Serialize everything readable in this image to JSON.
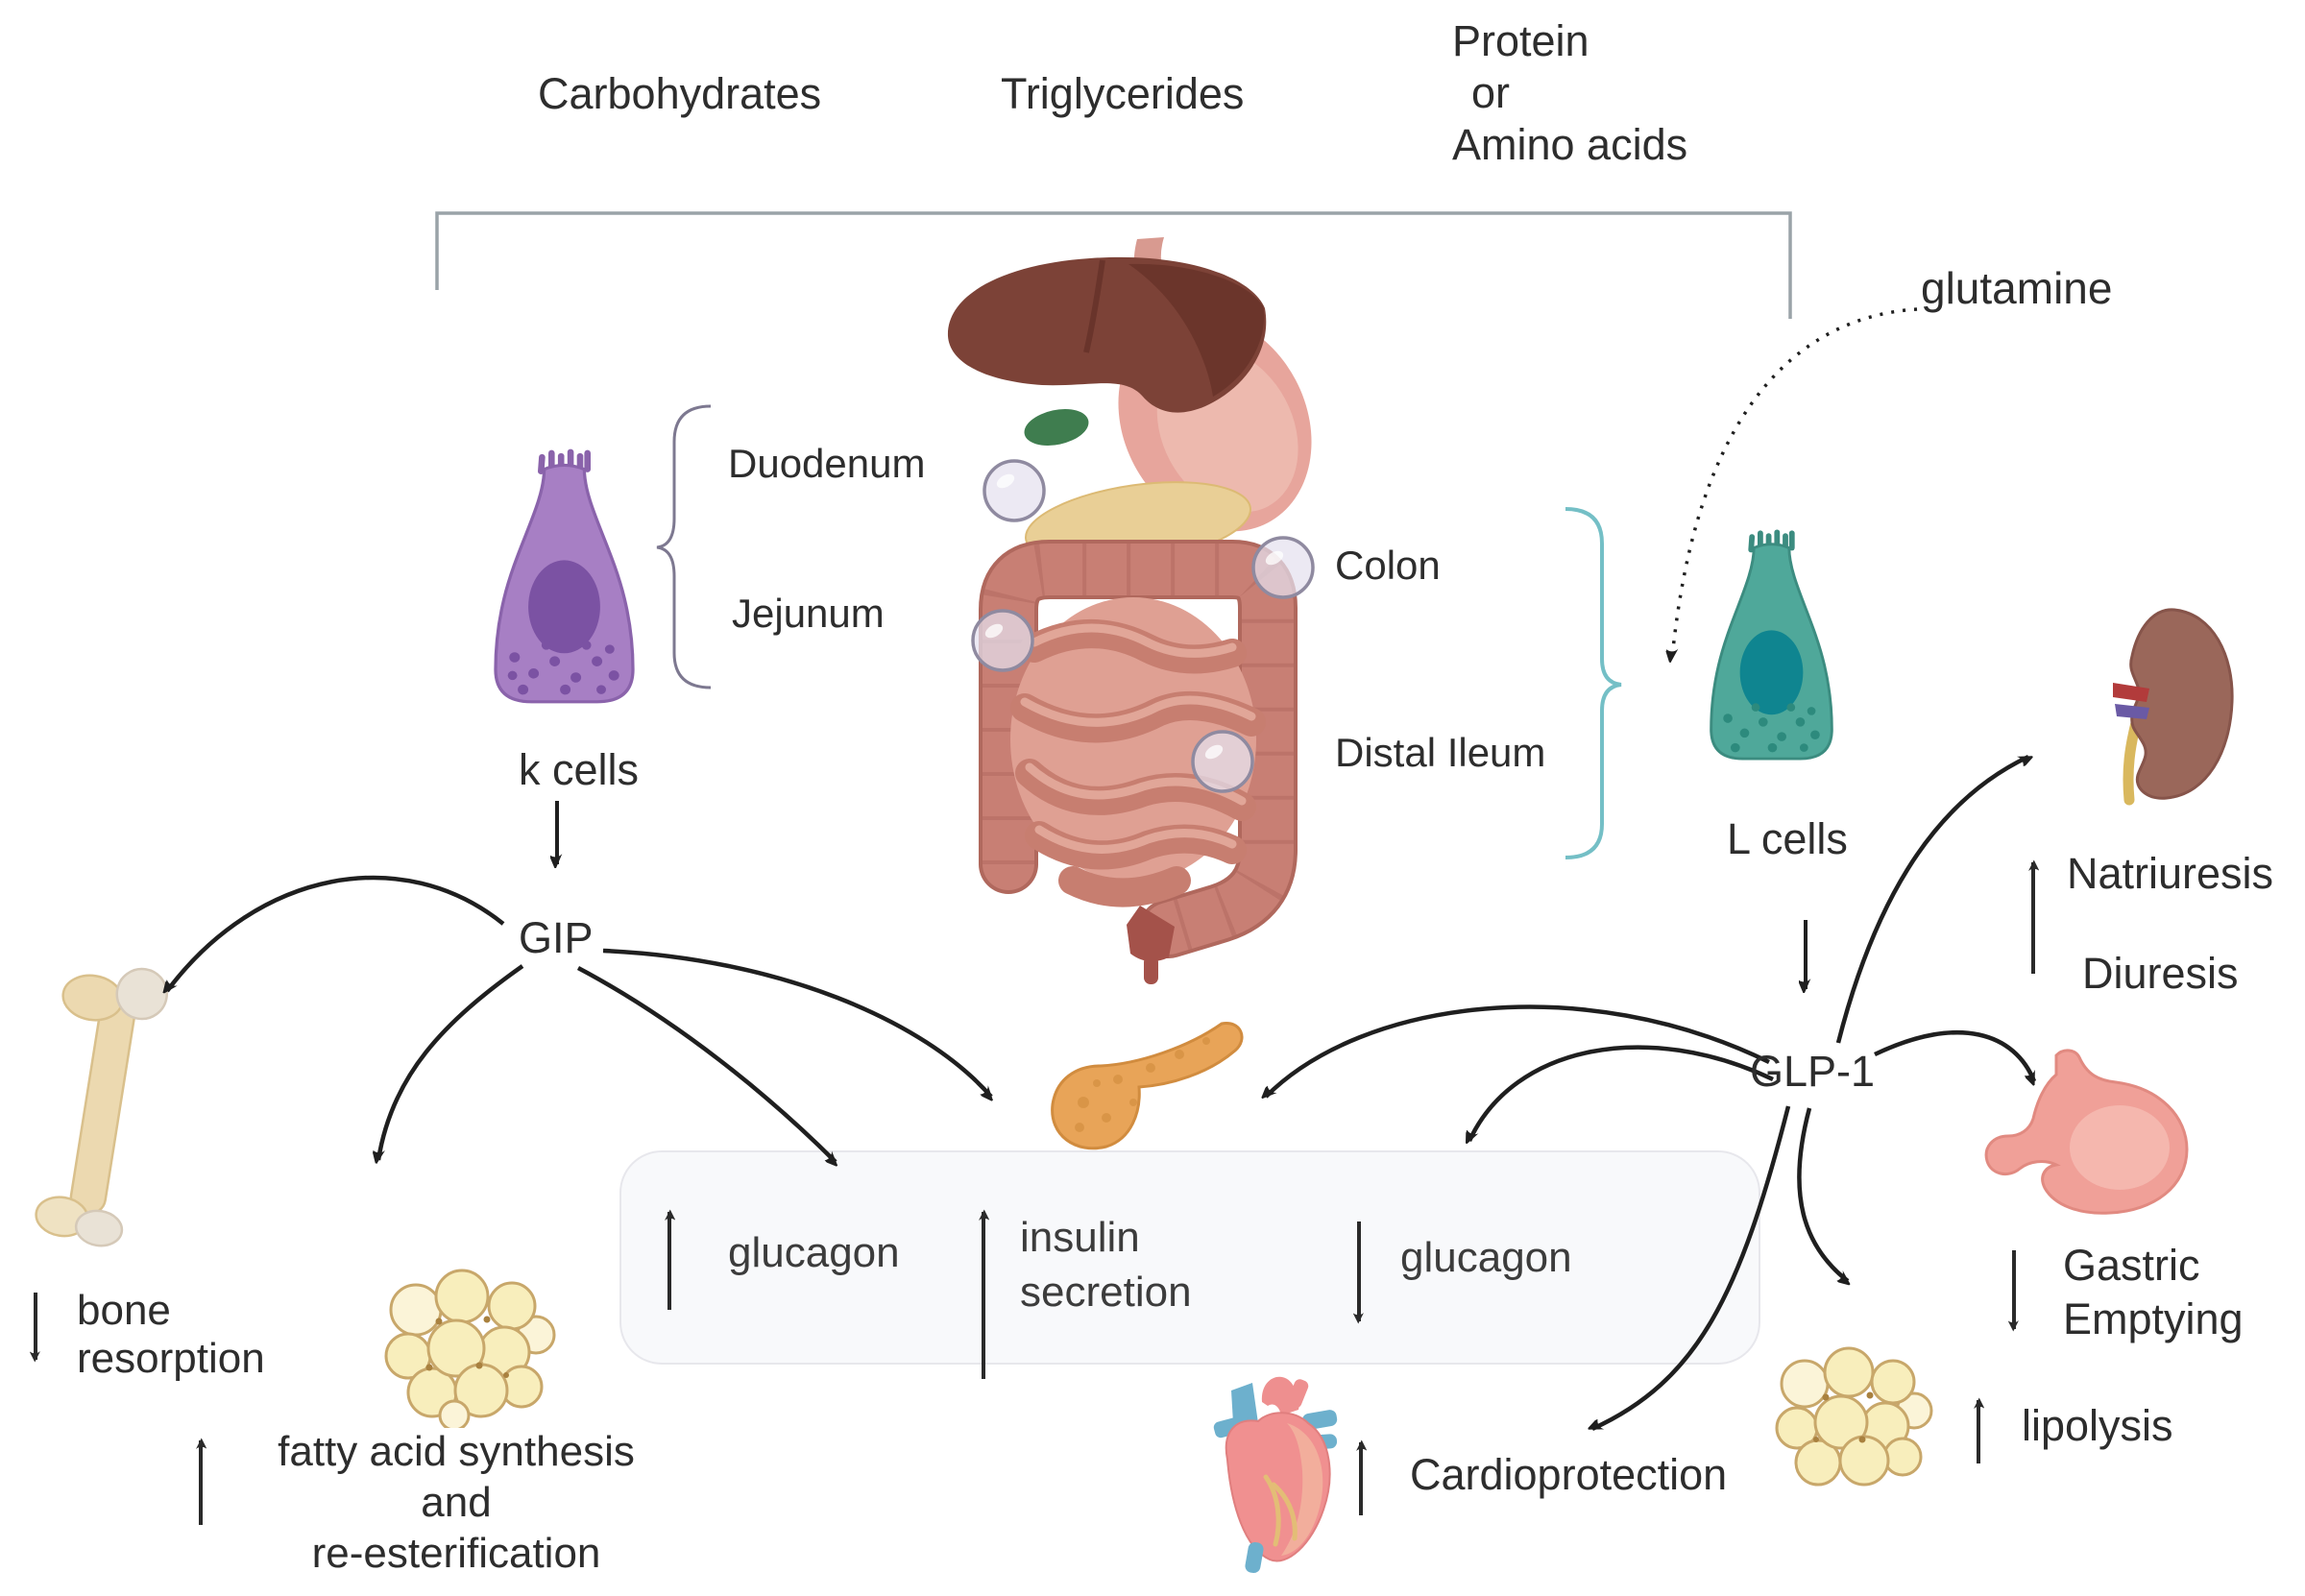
{
  "nutrients": {
    "carbohydrates": "Carbohydrates",
    "triglycerides": "Triglycerides",
    "protein": "Protein",
    "or": "or",
    "amino_acids": "Amino acids",
    "glutamine": "glutamine"
  },
  "gi_sites": {
    "duodenum": "Duodenum",
    "jejunum": "Jejunum",
    "colon": "Colon",
    "distal_ileum": "Distal Ileum"
  },
  "cells": {
    "k_label": "k cells",
    "k_hormone": "GIP",
    "l_label": "L cells",
    "l_hormone": "GLP-1"
  },
  "gip_effects": {
    "bone_line1": "bone",
    "bone_line2": "resorption",
    "fatty_line1": "fatty acid synthesis",
    "fatty_line2": "and",
    "fatty_line3": "re-esterification"
  },
  "pancreas_box": {
    "glucagon_up": "glucagon",
    "insulin_line1": "insulin",
    "insulin_line2": "secretion",
    "glucagon_down": "glucagon"
  },
  "glp1_effects": {
    "natriuresis": "Natriuresis",
    "diuresis": "Diuresis",
    "gastric_line1": "Gastric",
    "gastric_line2": "Emptying",
    "lipolysis": "lipolysis",
    "cardioprotection": "Cardioprotection"
  },
  "icons": {
    "k_cell": "purple enteroendocrine K cell",
    "l_cell": "teal enteroendocrine L cell",
    "gi_tract": "gastrointestinal tract with liver, stomach and intestines",
    "bone": "femur bone",
    "adipose_left": "adipose tissue cluster",
    "adipose_right": "adipose tissue cluster",
    "pancreas": "pancreas",
    "heart": "anatomical heart",
    "kidney": "kidney",
    "stomach": "stomach"
  },
  "colors": {
    "k_cell_body": "#a77fc4",
    "k_cell_nucleus": "#7b52a3",
    "l_cell_body": "#4fa89a",
    "l_cell_nucleus": "#0f8590",
    "left_brace": "#7d7890",
    "right_brace": "#74bfc6",
    "bracket": "#9aa3a8",
    "arrow": "#1f1f1f",
    "box_fill": "#f8f9fb",
    "box_border": "#e7e7ec",
    "liver": "#7c4237",
    "intestine": "#c87f74",
    "pancreas": "#e8a458",
    "adipose": "#f8eebc",
    "bone": "#ecd9b0",
    "kidney": "#9a675a",
    "stomach_icon": "#f0a098",
    "heart": "#f09090"
  }
}
